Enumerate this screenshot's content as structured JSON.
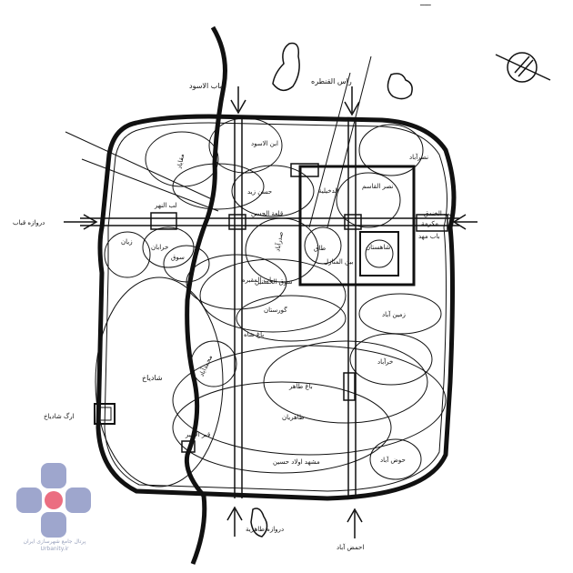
{
  "map": {
    "top_marks": "ـــــ",
    "districts": {
      "bab_alaswad": "باب الاسود",
      "ras_alqantara": "راس القنطره",
      "ibn_alaswad": "ابن الاسود",
      "maqabad": "مقاباد",
      "hasan_zayd": "حسن زيد",
      "qal_alhasan": "قلعة الحسن",
      "nasrabad": "نصرآباد",
      "nasr_alqasim": "نصر القاسم",
      "dakhiliya": "الدخيلية",
      "mukarrama": "مكرمة",
      "taq": "طاق",
      "shahristan": "شاهستان",
      "bayn_almanazil": "بين المنازل",
      "sadrabad": "صدرآباد",
      "zayyan": "زيان",
      "kharraban": "خرابان",
      "suq": "سوق",
      "lab_alkhandaq": "لب الخندق",
      "suq_alhasanin": "سوق الحسنين",
      "gurestan": "گورستان",
      "baghsah": "باغ شاه",
      "zaminabad": "زمين آباد",
      "kharabad": "خرآباد",
      "muhammadabad": "محمدآباد",
      "shadiyakh": "شادياخ",
      "tahir_area": "باغ طاهر",
      "tahiriyan": "طاهريان",
      "qubr_alamir": "قبر الامير",
      "mashhad_awlad": "مشهد اولاد حسين",
      "hawd_abad": "حوض آباد",
      "bab_almaqbara": "باب المقبره",
      "lab_alnahr": "لب النهر"
    },
    "gates": {
      "west": "دروازه قباب",
      "east": "باب مهد",
      "south_1": "دروازه طاهرية",
      "south_2": "احمض آباد",
      "shadiyakh_fort": "ارگ شادياخ"
    }
  },
  "colors": {
    "ink": "#111111",
    "watermark_blue": "#4f5fa6",
    "watermark_red": "#e64a62"
  },
  "watermark": {
    "caption_1": "پرتال جامع شهرسازی ایران",
    "caption_2": "Urbanity.ir"
  }
}
